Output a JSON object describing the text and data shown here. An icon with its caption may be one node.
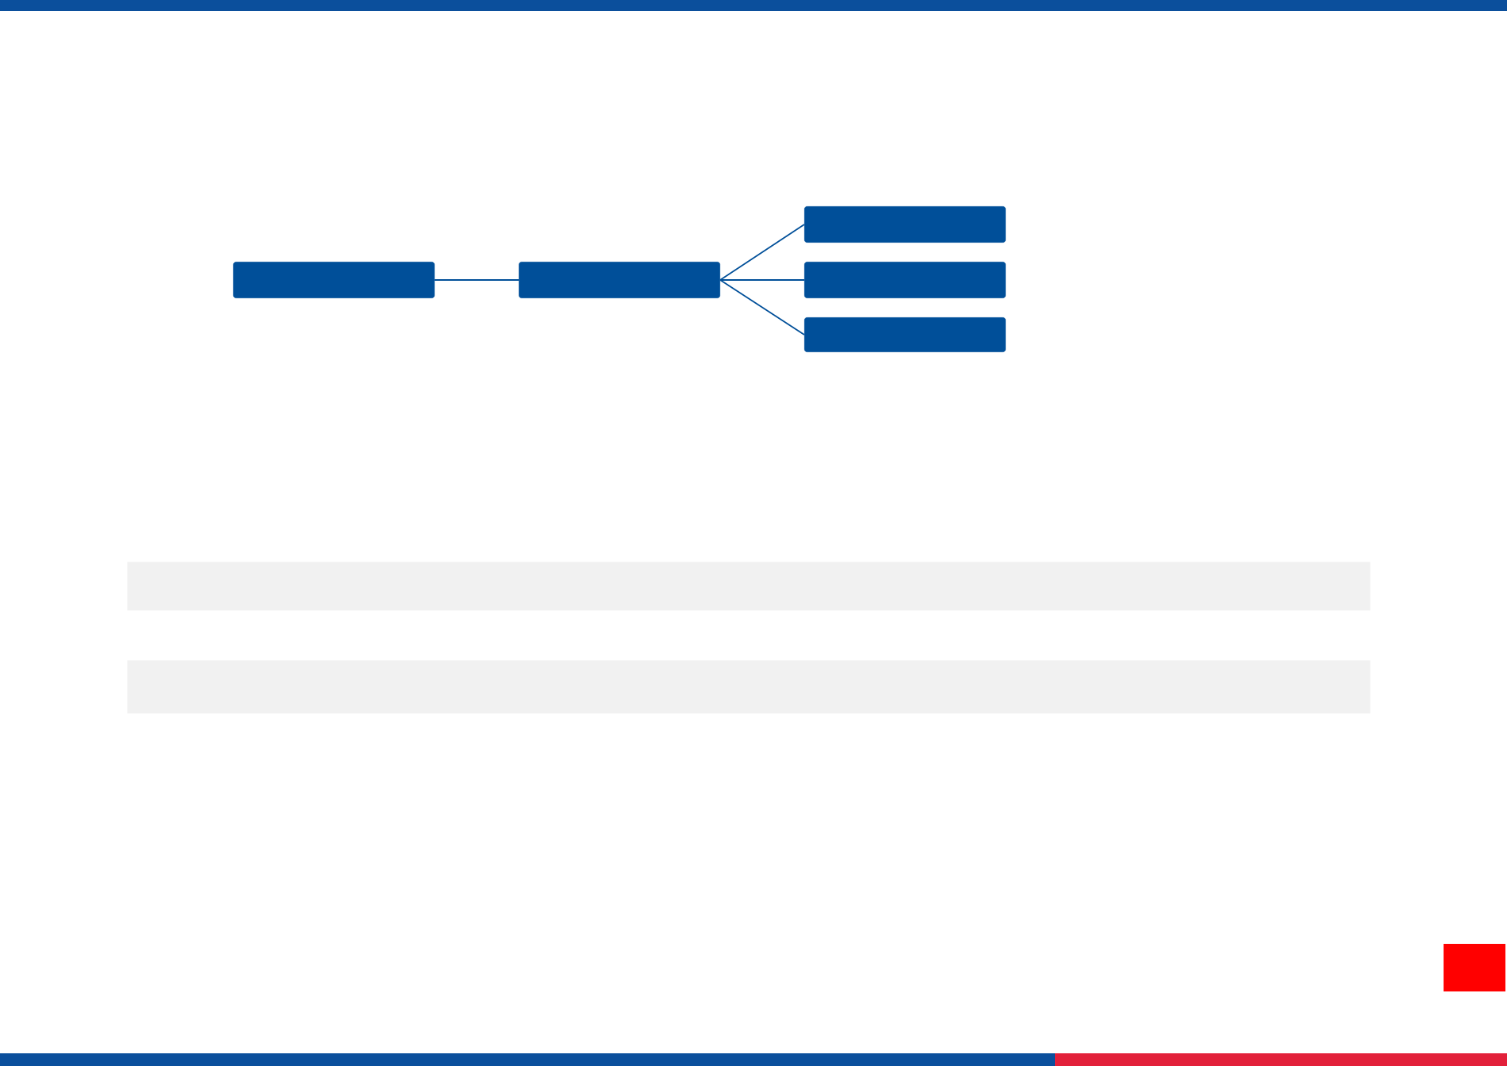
{
  "diagram": {
    "nodes": [
      {
        "text": [],
        "shape": "box"
      },
      {
        "text": [],
        "shape": "box"
      },
      {
        "text": [],
        "shape": "box"
      },
      {
        "text": [],
        "shape": "box"
      },
      {
        "text": [],
        "shape": "box"
      },
      {
        "text": [],
        "shape": "bar"
      },
      {
        "text": [],
        "shape": "bar"
      }
    ],
    "edges": [
      {
        "from": 0,
        "to": 1,
        "arrow": "none"
      },
      {
        "from": 1,
        "to": 2,
        "arrow": "none"
      },
      {
        "from": 1,
        "to": 3,
        "arrow": "none"
      },
      {
        "from": 1,
        "to": 4,
        "arrow": "none"
      }
    ]
  }
}
